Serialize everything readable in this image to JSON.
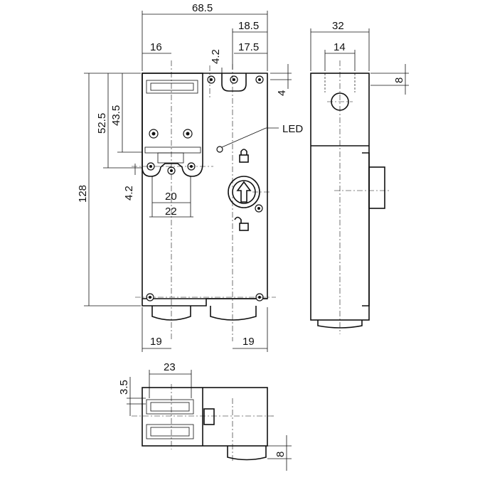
{
  "front_view": {
    "dims": {
      "overall_width": "68.5",
      "top_right_1": "18.5",
      "top_right_2": "17.5",
      "top_left": "16",
      "hole_offset_top": "4.2",
      "top_offset_right": "4",
      "height_total": "128",
      "height_52": "52.5",
      "height_43": "43.5",
      "hole_offset_side": "4.2",
      "slot_inner": "20",
      "slot_outer": "22",
      "bottom_left": "19",
      "bottom_right": "19"
    },
    "led_label": "LED"
  },
  "side_view": {
    "dims": {
      "width": "32",
      "inner": "14",
      "top_height": "8"
    }
  },
  "top_view": {
    "dims": {
      "head_width": "23",
      "offset": "3.5",
      "connector_height": "8"
    }
  }
}
